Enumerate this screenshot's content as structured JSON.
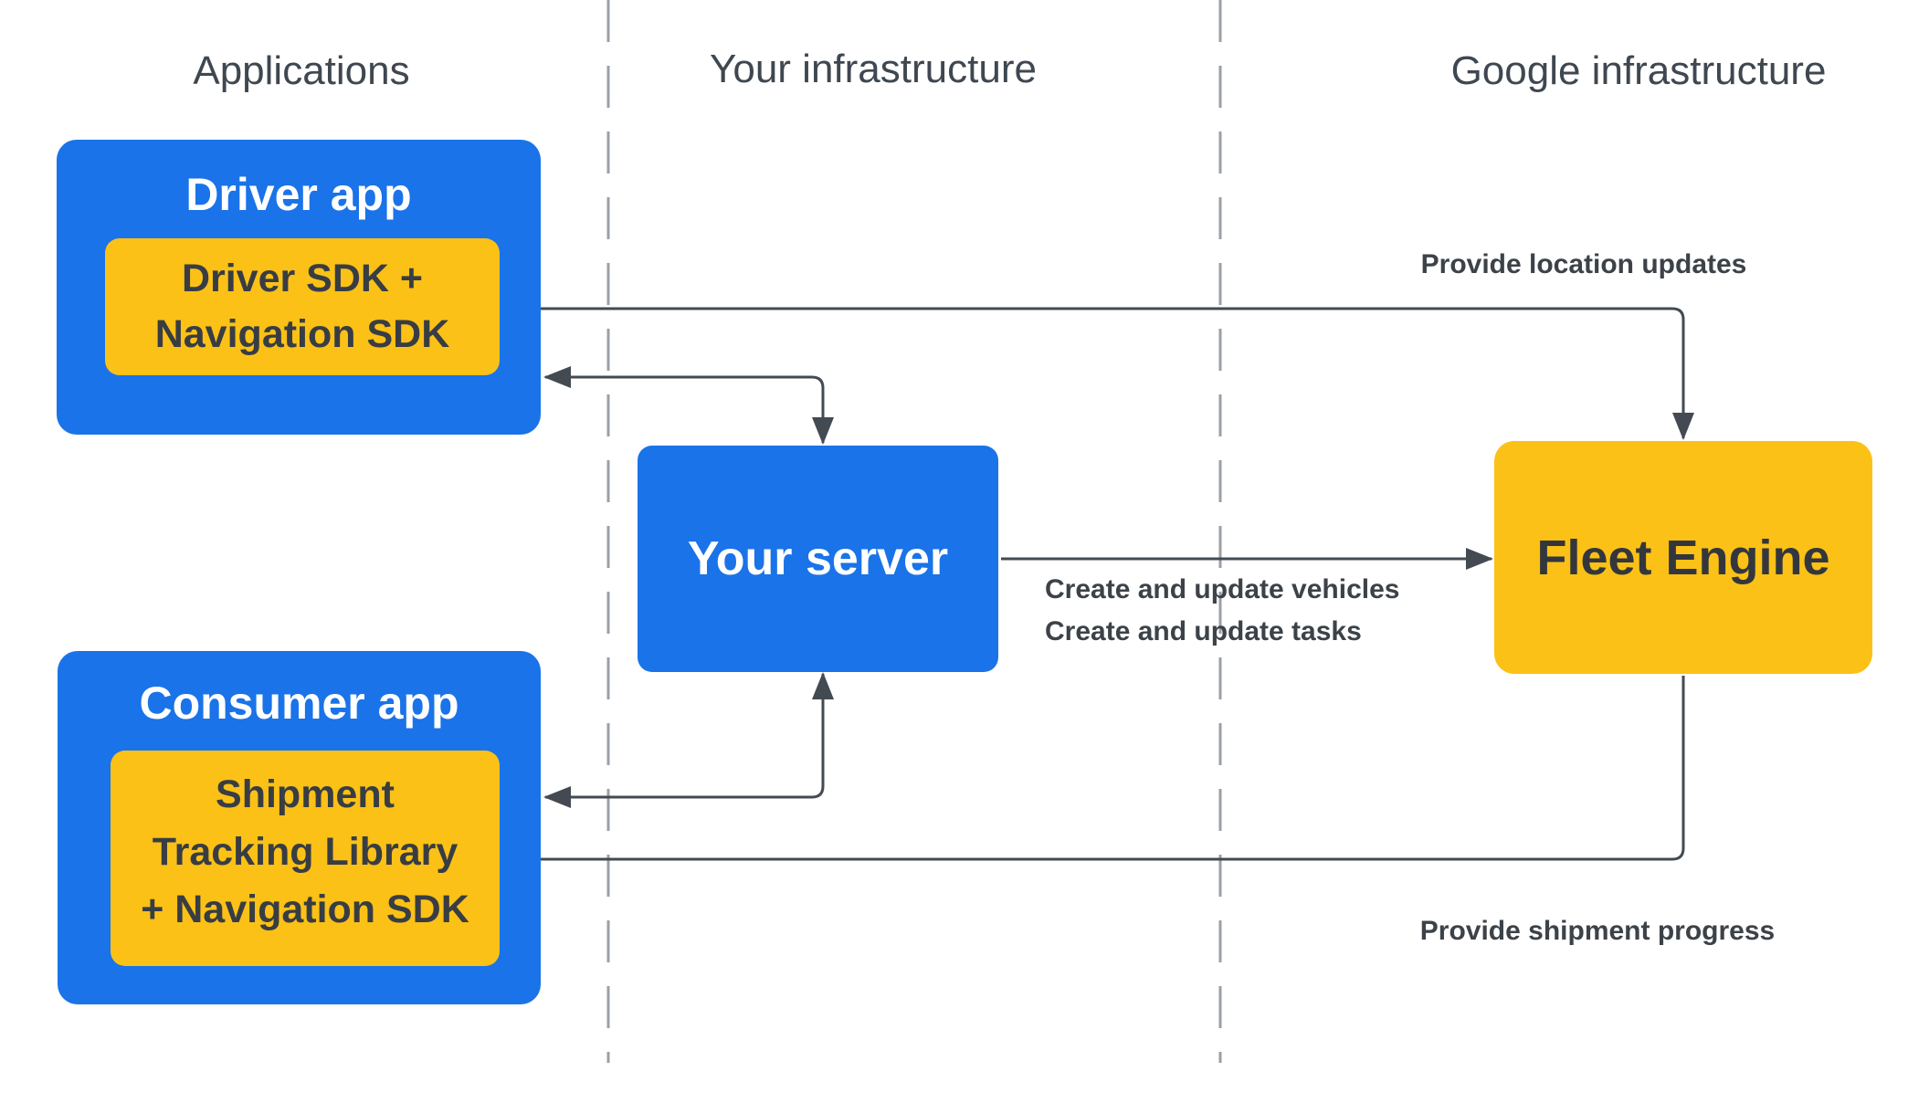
{
  "columns": [
    {
      "label": "Applications"
    },
    {
      "label": "Your infrastructure"
    },
    {
      "label": "Google infrastructure"
    }
  ],
  "nodes": {
    "driver_app": {
      "title": "Driver app",
      "sdk": "Driver SDK +\nNavigation SDK"
    },
    "consumer_app": {
      "title": "Consumer app",
      "sdk": "Shipment\nTracking Library\n+ Navigation SDK"
    },
    "your_server": {
      "title": "Your server"
    },
    "fleet_engine": {
      "title": "Fleet Engine"
    }
  },
  "edges": [
    {
      "id": "driver-sdk-fleet-engine",
      "label": "Provide location updates",
      "direction": "bidirectional"
    },
    {
      "id": "driver-app-your-server",
      "label": "",
      "direction": "bidirectional"
    },
    {
      "id": "your-server-fleet-engine",
      "label": "Create and update vehicles\nCreate and update tasks",
      "direction": "one-way"
    },
    {
      "id": "your-server-consumer-app",
      "label": "",
      "direction": "bidirectional"
    },
    {
      "id": "fleet-engine-consumer-sdk",
      "label": "Provide shipment progress",
      "direction": "one-way"
    }
  ],
  "colors": {
    "blue": "#1A73E8",
    "yellow": "#FBC116",
    "arrow": "#434A52",
    "header_text": "#3F4750",
    "label_text": "#3C4248",
    "sdk_text": "#383D44",
    "divider": "#9AA0A6",
    "background": "#FFFFFF"
  }
}
